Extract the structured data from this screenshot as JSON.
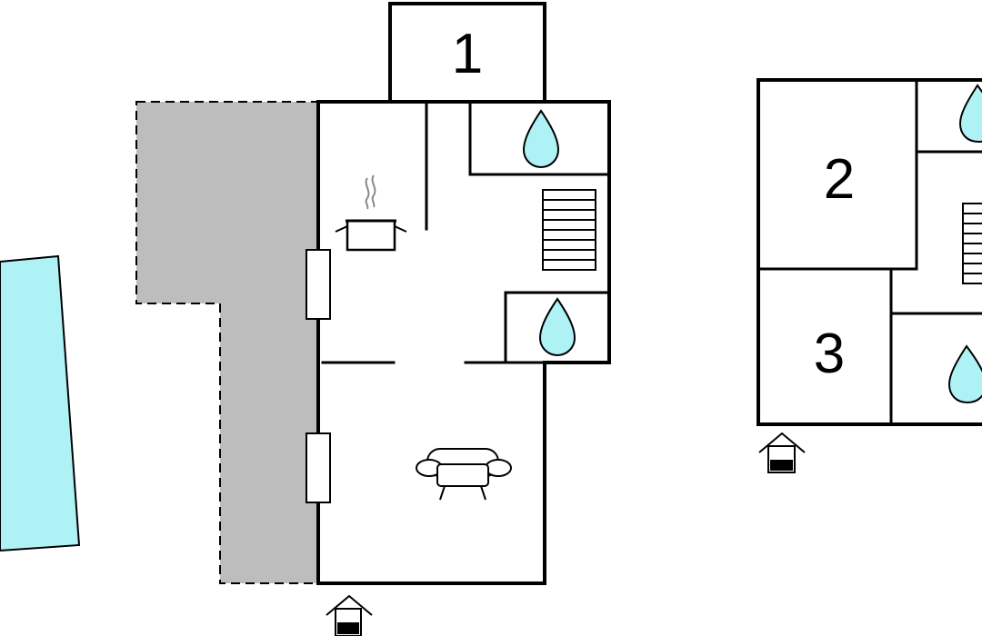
{
  "plan": {
    "colors": {
      "wall": "#000000",
      "terrace": "#bdbdbd",
      "pool": "#aef2f5",
      "water_drop": "#aef2f5",
      "background": "#ffffff"
    },
    "rooms": [
      {
        "id": "room-1",
        "label": "1"
      },
      {
        "id": "room-2",
        "label": "2"
      },
      {
        "id": "room-3",
        "label": "3"
      }
    ],
    "icons": [
      "bathroom-drop-icon",
      "kitchen-pot-icon",
      "staircase-icon",
      "sofa-icon",
      "entrance-house-icon"
    ]
  }
}
